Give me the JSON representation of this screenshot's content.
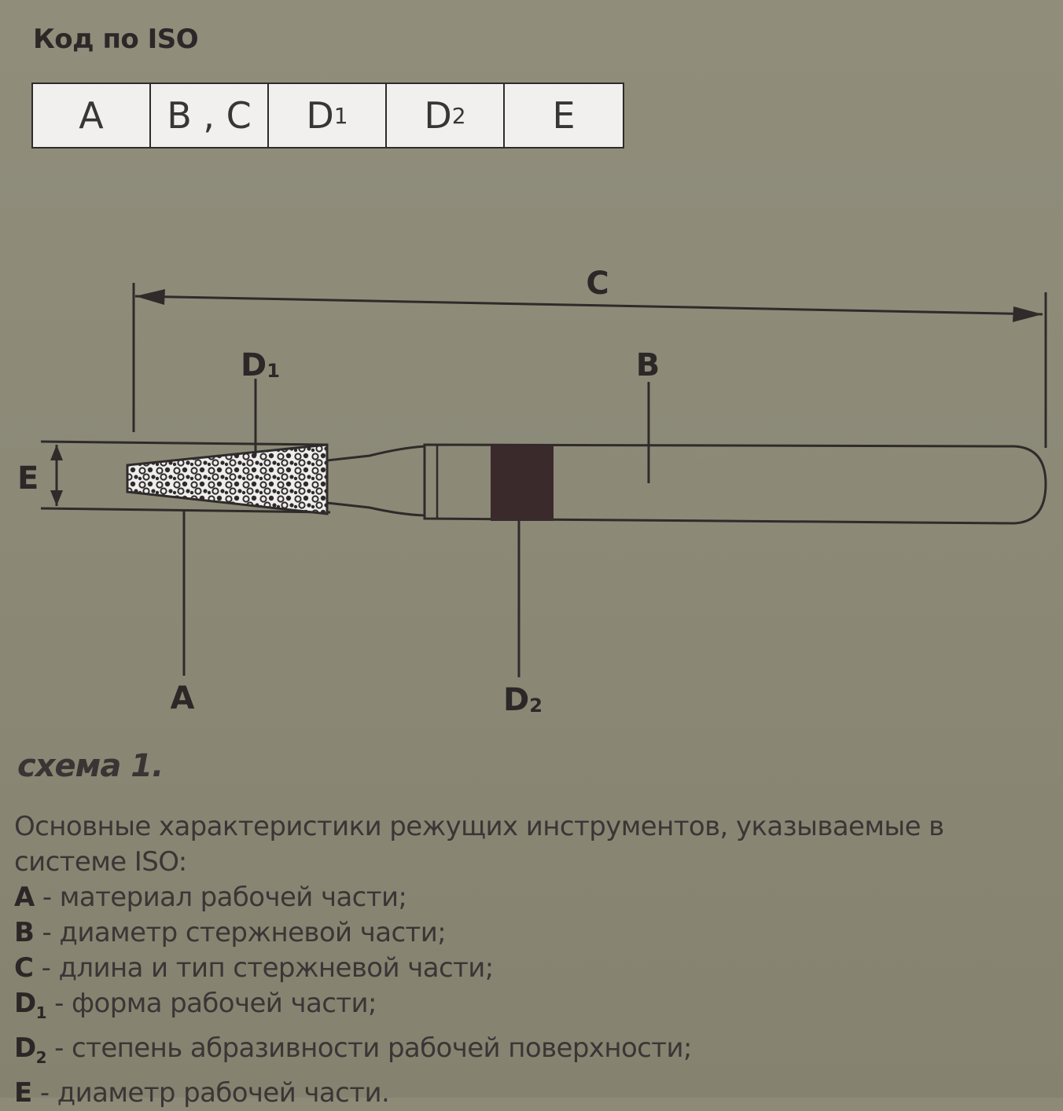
{
  "heading": "Код по ISO",
  "code_cells": [
    {
      "main": "A",
      "sub": ""
    },
    {
      "main": "B , C",
      "sub": ""
    },
    {
      "main": "D",
      "sub": "1"
    },
    {
      "main": "D",
      "sub": "2"
    },
    {
      "main": "E",
      "sub": ""
    }
  ],
  "diagram_labels": {
    "c": "C",
    "d1_main": "D",
    "d1_sub": "1",
    "b": "B",
    "e": "E",
    "a": "A",
    "d2_main": "D",
    "d2_sub": "2"
  },
  "caption": {
    "title": "схема 1.",
    "intro": "Основные характеристики режущих инструментов, указываемые в системе ISO:"
  },
  "legend": [
    {
      "key": "A",
      "sub": "",
      "text": " - материал рабочей части;"
    },
    {
      "key": "B",
      "sub": "",
      "text": " - диаметр стержневой части;"
    },
    {
      "key": "C",
      "sub": "",
      "text": " - длина и тип стержневой части;"
    },
    {
      "key": "D",
      "sub": "1",
      "text": " - форма рабочей части;"
    },
    {
      "key": "D",
      "sub": "2",
      "text": " - степень абразивности рабочей поверхности;"
    },
    {
      "key": "E",
      "sub": "",
      "text": " - диаметр рабочей части."
    }
  ],
  "colors": {
    "background": "#8d8b78",
    "table_fill": "#f1f0ee",
    "ink": "#2f2b2b",
    "band": "#3a2a2c"
  }
}
